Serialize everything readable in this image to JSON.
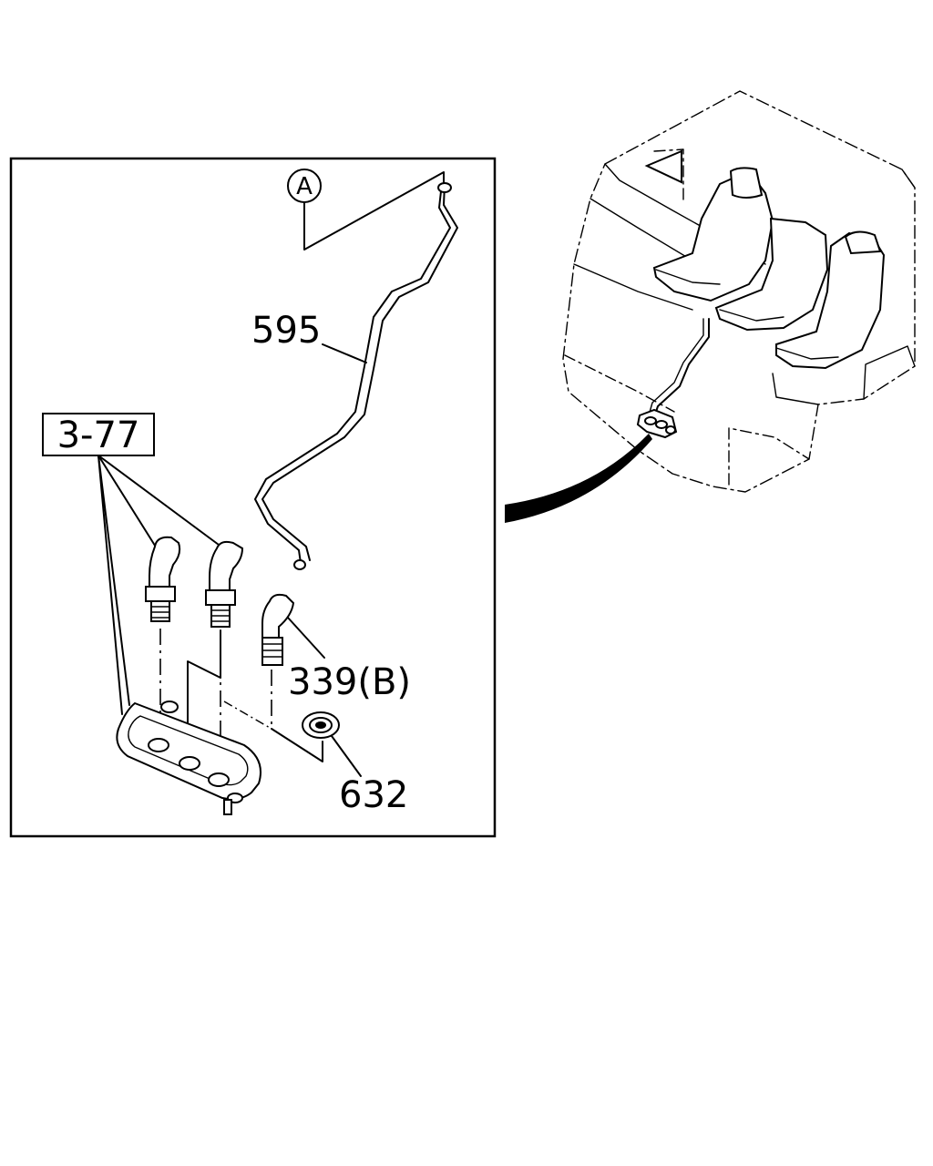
{
  "diagram": {
    "callouts": {
      "view_marker": "A",
      "hose": "595",
      "group_ref": "3-77",
      "elbow": "339(B)",
      "grommet": "632"
    }
  }
}
